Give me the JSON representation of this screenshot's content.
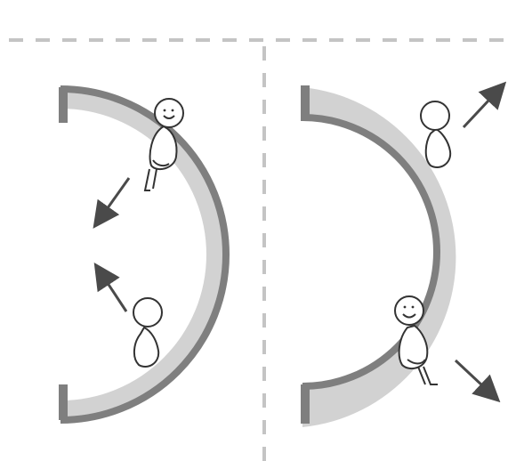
{
  "diagram": {
    "style": "grayscale line illustration",
    "panels": [
      {
        "id": "left",
        "arc_opening": "left",
        "figures": [
          {
            "pose": "sitting-smiling",
            "seat_edge": "outer",
            "facing": "inward"
          },
          {
            "pose": "standing",
            "seat_edge": "inner",
            "facing": "away"
          }
        ],
        "arrows": [
          "down-left",
          "up-left"
        ]
      },
      {
        "id": "right",
        "arc_opening": "left",
        "figures": [
          {
            "pose": "standing",
            "seat_edge": "outer",
            "facing": "away"
          },
          {
            "pose": "sitting-smiling",
            "seat_edge": "inner",
            "facing": "outward"
          }
        ],
        "arrows": [
          "up-right",
          "down-right"
        ]
      }
    ],
    "colors": {
      "bench_fill": "#d2d2d2",
      "bench_edge": "#7f7f7f",
      "divider": "#c4c4c4",
      "arrow": "#4a4a4a",
      "figure_stroke": "#333333",
      "figure_fill": "#ffffff"
    }
  }
}
